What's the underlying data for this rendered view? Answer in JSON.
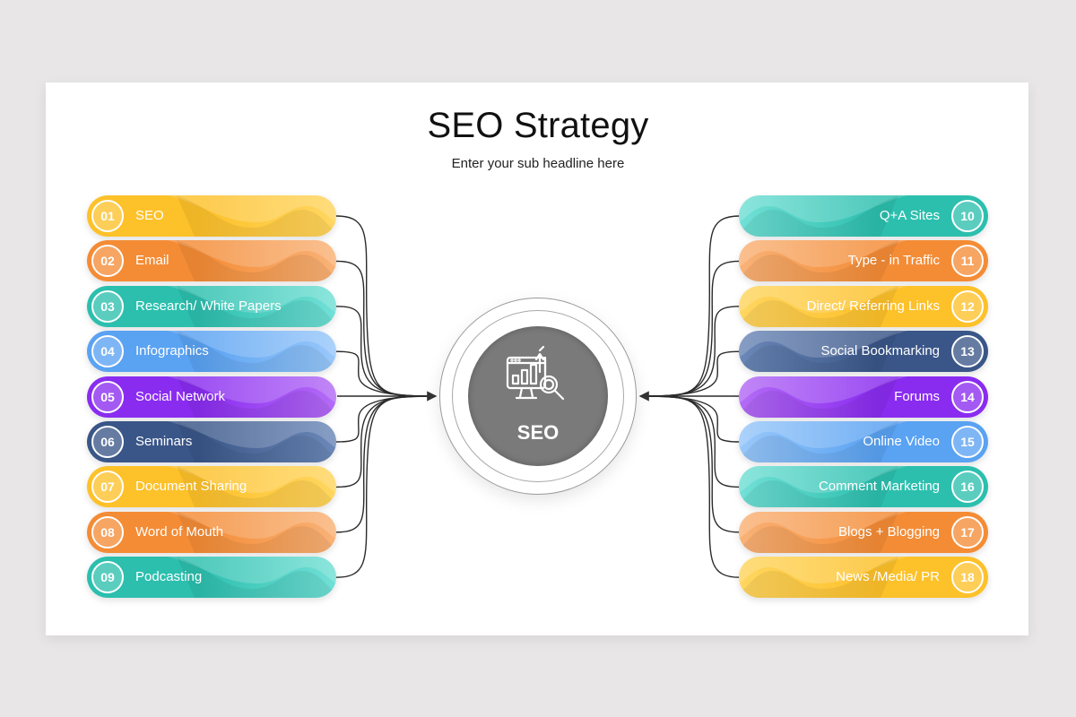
{
  "header": {
    "title": "SEO Strategy",
    "subtitle": "Enter your sub headline here"
  },
  "hub": {
    "label": "SEO",
    "icon": "seo-analytics-monitor-icon",
    "core_color": "#7a7a7a"
  },
  "left_items": [
    {
      "num": "01",
      "label": "SEO",
      "color": "yellow"
    },
    {
      "num": "02",
      "label": "Email",
      "color": "orange"
    },
    {
      "num": "03",
      "label": "Research/ White Papers",
      "color": "teal"
    },
    {
      "num": "04",
      "label": "Infographics",
      "color": "blue"
    },
    {
      "num": "05",
      "label": "Social Network",
      "color": "purple"
    },
    {
      "num": "06",
      "label": "Seminars",
      "color": "navy"
    },
    {
      "num": "07",
      "label": "Document Sharing",
      "color": "yellow"
    },
    {
      "num": "08",
      "label": "Word of Mouth",
      "color": "orange"
    },
    {
      "num": "09",
      "label": "Podcasting",
      "color": "teal"
    }
  ],
  "right_items": [
    {
      "num": "10",
      "label": "Q+A Sites",
      "color": "teal"
    },
    {
      "num": "11",
      "label": "Type - in Traffic",
      "color": "orange"
    },
    {
      "num": "12",
      "label": "Direct/ Referring Links",
      "color": "yellow"
    },
    {
      "num": "13",
      "label": "Social Bookmarking",
      "color": "navy"
    },
    {
      "num": "14",
      "label": "Forums",
      "color": "purple"
    },
    {
      "num": "15",
      "label": "Online Video",
      "color": "blue"
    },
    {
      "num": "16",
      "label": "Comment Marketing",
      "color": "teal"
    },
    {
      "num": "17",
      "label": "Blogs + Blogging",
      "color": "orange"
    },
    {
      "num": "18",
      "label": "News /Media/ PR",
      "color": "yellow"
    }
  ],
  "palette": {
    "yellow": [
      "#fdc12a",
      "#ffd660"
    ],
    "orange": [
      "#f48c36",
      "#f9b277"
    ],
    "teal": [
      "#2cbfae",
      "#72e0d6"
    ],
    "blue": [
      "#5aa2f2",
      "#99c8fa"
    ],
    "purple": [
      "#8a2cf0",
      "#b46cf6"
    ],
    "navy": [
      "#3a5688",
      "#6c88b8"
    ]
  }
}
